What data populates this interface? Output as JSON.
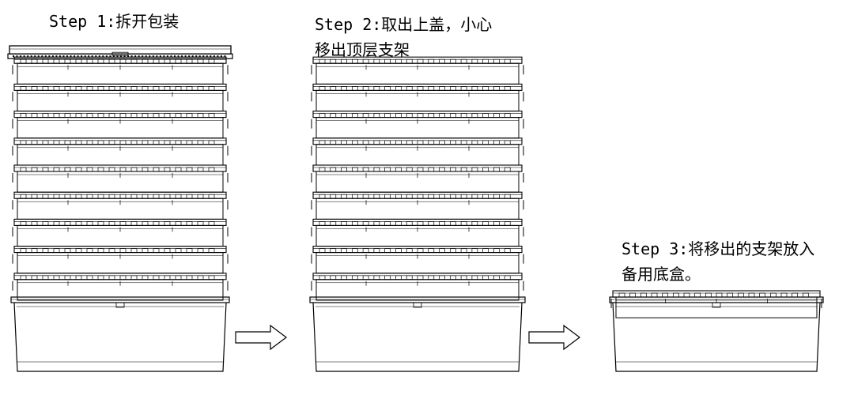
{
  "steps": [
    {
      "id": "step1",
      "lines": [
        "Step 1:拆开包装"
      ],
      "racks": 9,
      "lid": true
    },
    {
      "id": "step2",
      "lines": [
        "Step 2:取出上盖，小心",
        "移出顶层支架"
      ],
      "racks": 9,
      "lid": false
    },
    {
      "id": "step3",
      "lines": [
        "Step 3:将移出的支架放入",
        "备用底盒。"
      ],
      "racks": 1,
      "lid": false
    }
  ],
  "arrows": [
    {
      "id": "arrow-1-to-2",
      "from": "step1",
      "to": "step2"
    },
    {
      "id": "arrow-2-to-3",
      "from": "step2",
      "to": "step3"
    }
  ],
  "colors": {
    "line": "#000000",
    "background": "#ffffff"
  }
}
